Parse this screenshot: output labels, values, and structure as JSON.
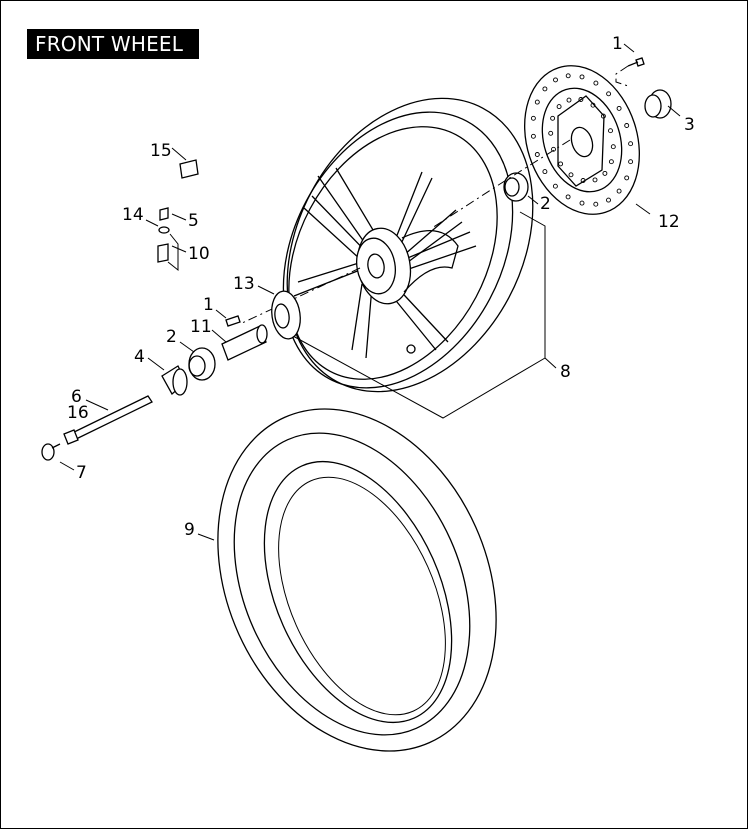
{
  "title": "FRONT WHEEL",
  "callouts": {
    "c1a": "1",
    "c3": "3",
    "c2a": "2",
    "c12": "12",
    "c15": "15",
    "c14": "14",
    "c5": "5",
    "c10": "10",
    "c13": "13",
    "c1b": "1",
    "c11": "11",
    "c2b": "2",
    "c4": "4",
    "c6": "6",
    "c16": "16",
    "c7": "7",
    "c8": "8",
    "c9": "9"
  },
  "colors": {
    "line": "#000000",
    "background": "#ffffff",
    "title_bg": "#000000",
    "title_fg": "#ffffff"
  }
}
